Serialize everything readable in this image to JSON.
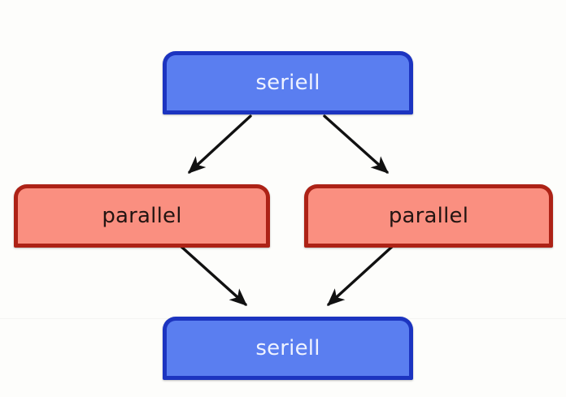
{
  "diagram": {
    "type": "flowchart",
    "background_color": "#fdfdfb",
    "nodes": [
      {
        "id": "seriell-top",
        "label": "seriell",
        "role": "serial",
        "fill_color": "#5a7ef0",
        "border_color": "#1c34c0",
        "text_color": "#eef2ff"
      },
      {
        "id": "parallel-left",
        "label": "parallel",
        "role": "parallel",
        "fill_color": "#fa8f80",
        "border_color": "#ad2216",
        "text_color": "#231512"
      },
      {
        "id": "parallel-right",
        "label": "parallel",
        "role": "parallel",
        "fill_color": "#fa8f80",
        "border_color": "#ad2216",
        "text_color": "#231512"
      },
      {
        "id": "seriell-bottom",
        "label": "seriell",
        "role": "serial",
        "fill_color": "#5a7ef0",
        "border_color": "#1c34c0",
        "text_color": "#eef2ff"
      }
    ],
    "edges": [
      {
        "id": "edge-top-to-left",
        "from": "seriell-top",
        "to": "parallel-left",
        "label": "",
        "color": "#111111"
      },
      {
        "id": "edge-top-to-right",
        "from": "seriell-top",
        "to": "parallel-right",
        "label": "",
        "color": "#111111"
      },
      {
        "id": "edge-left-to-bottom",
        "from": "parallel-left",
        "to": "seriell-bottom",
        "label": "",
        "color": "#111111"
      },
      {
        "id": "edge-right-to-bottom",
        "from": "parallel-right",
        "to": "seriell-bottom",
        "label": "",
        "color": "#111111"
      }
    ]
  }
}
